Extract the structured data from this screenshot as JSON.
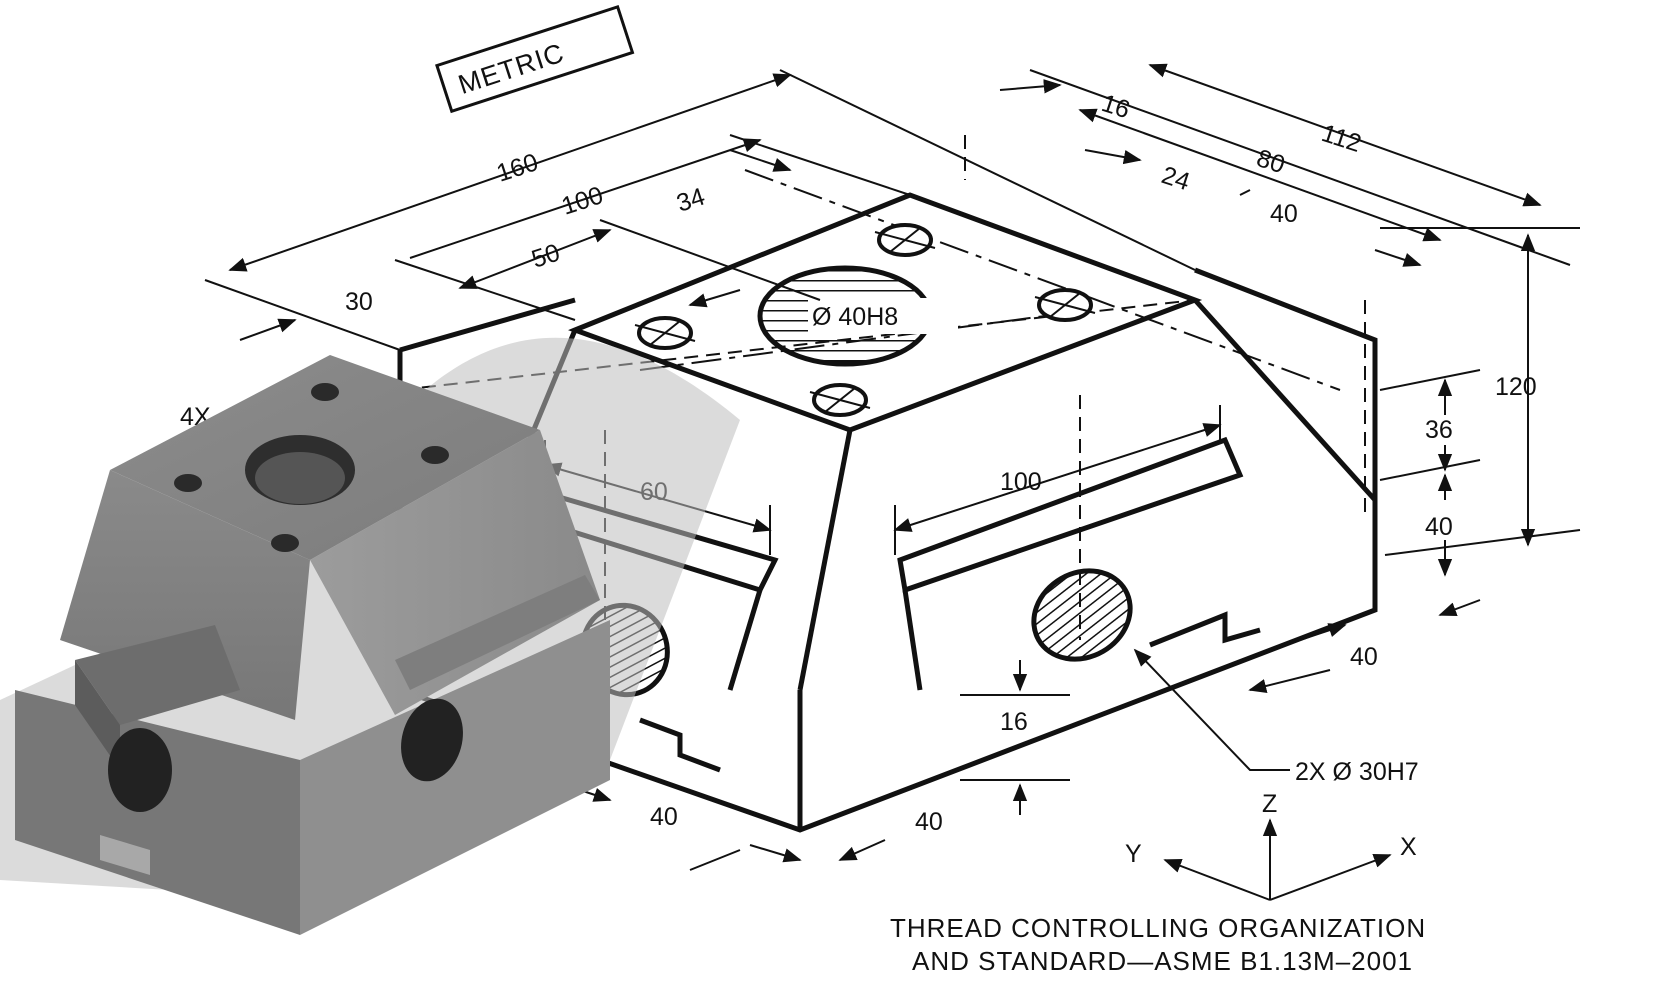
{
  "stamp": "METRIC",
  "dims": {
    "d160": "160",
    "d100a": "100",
    "d34": "34",
    "d50": "50",
    "d30": "30",
    "d16a": "16",
    "d112": "112",
    "d80": "80",
    "d24": "24",
    "d40a": "40",
    "d120": "120",
    "d36": "36",
    "d40b": "40",
    "d60": "60",
    "d100b": "100",
    "d16b": "16",
    "d40c": "40",
    "d40d": "40",
    "d40e": "40"
  },
  "callouts": {
    "bore": "Ø 40H8",
    "holes_count": "4X",
    "side_holes": "2X  Ø 30H7"
  },
  "axes": {
    "x": "X",
    "y": "Y",
    "z": "Z"
  },
  "footer": {
    "line1": "THREAD CONTROLLING ORGANIZATION",
    "line2": "AND STANDARD—ASME B1.13M–2001"
  },
  "colors": {
    "ink": "#111111",
    "render_light": "#9a9a9a",
    "render_mid": "#7a7a7a",
    "render_dark": "#5a5a5a"
  }
}
